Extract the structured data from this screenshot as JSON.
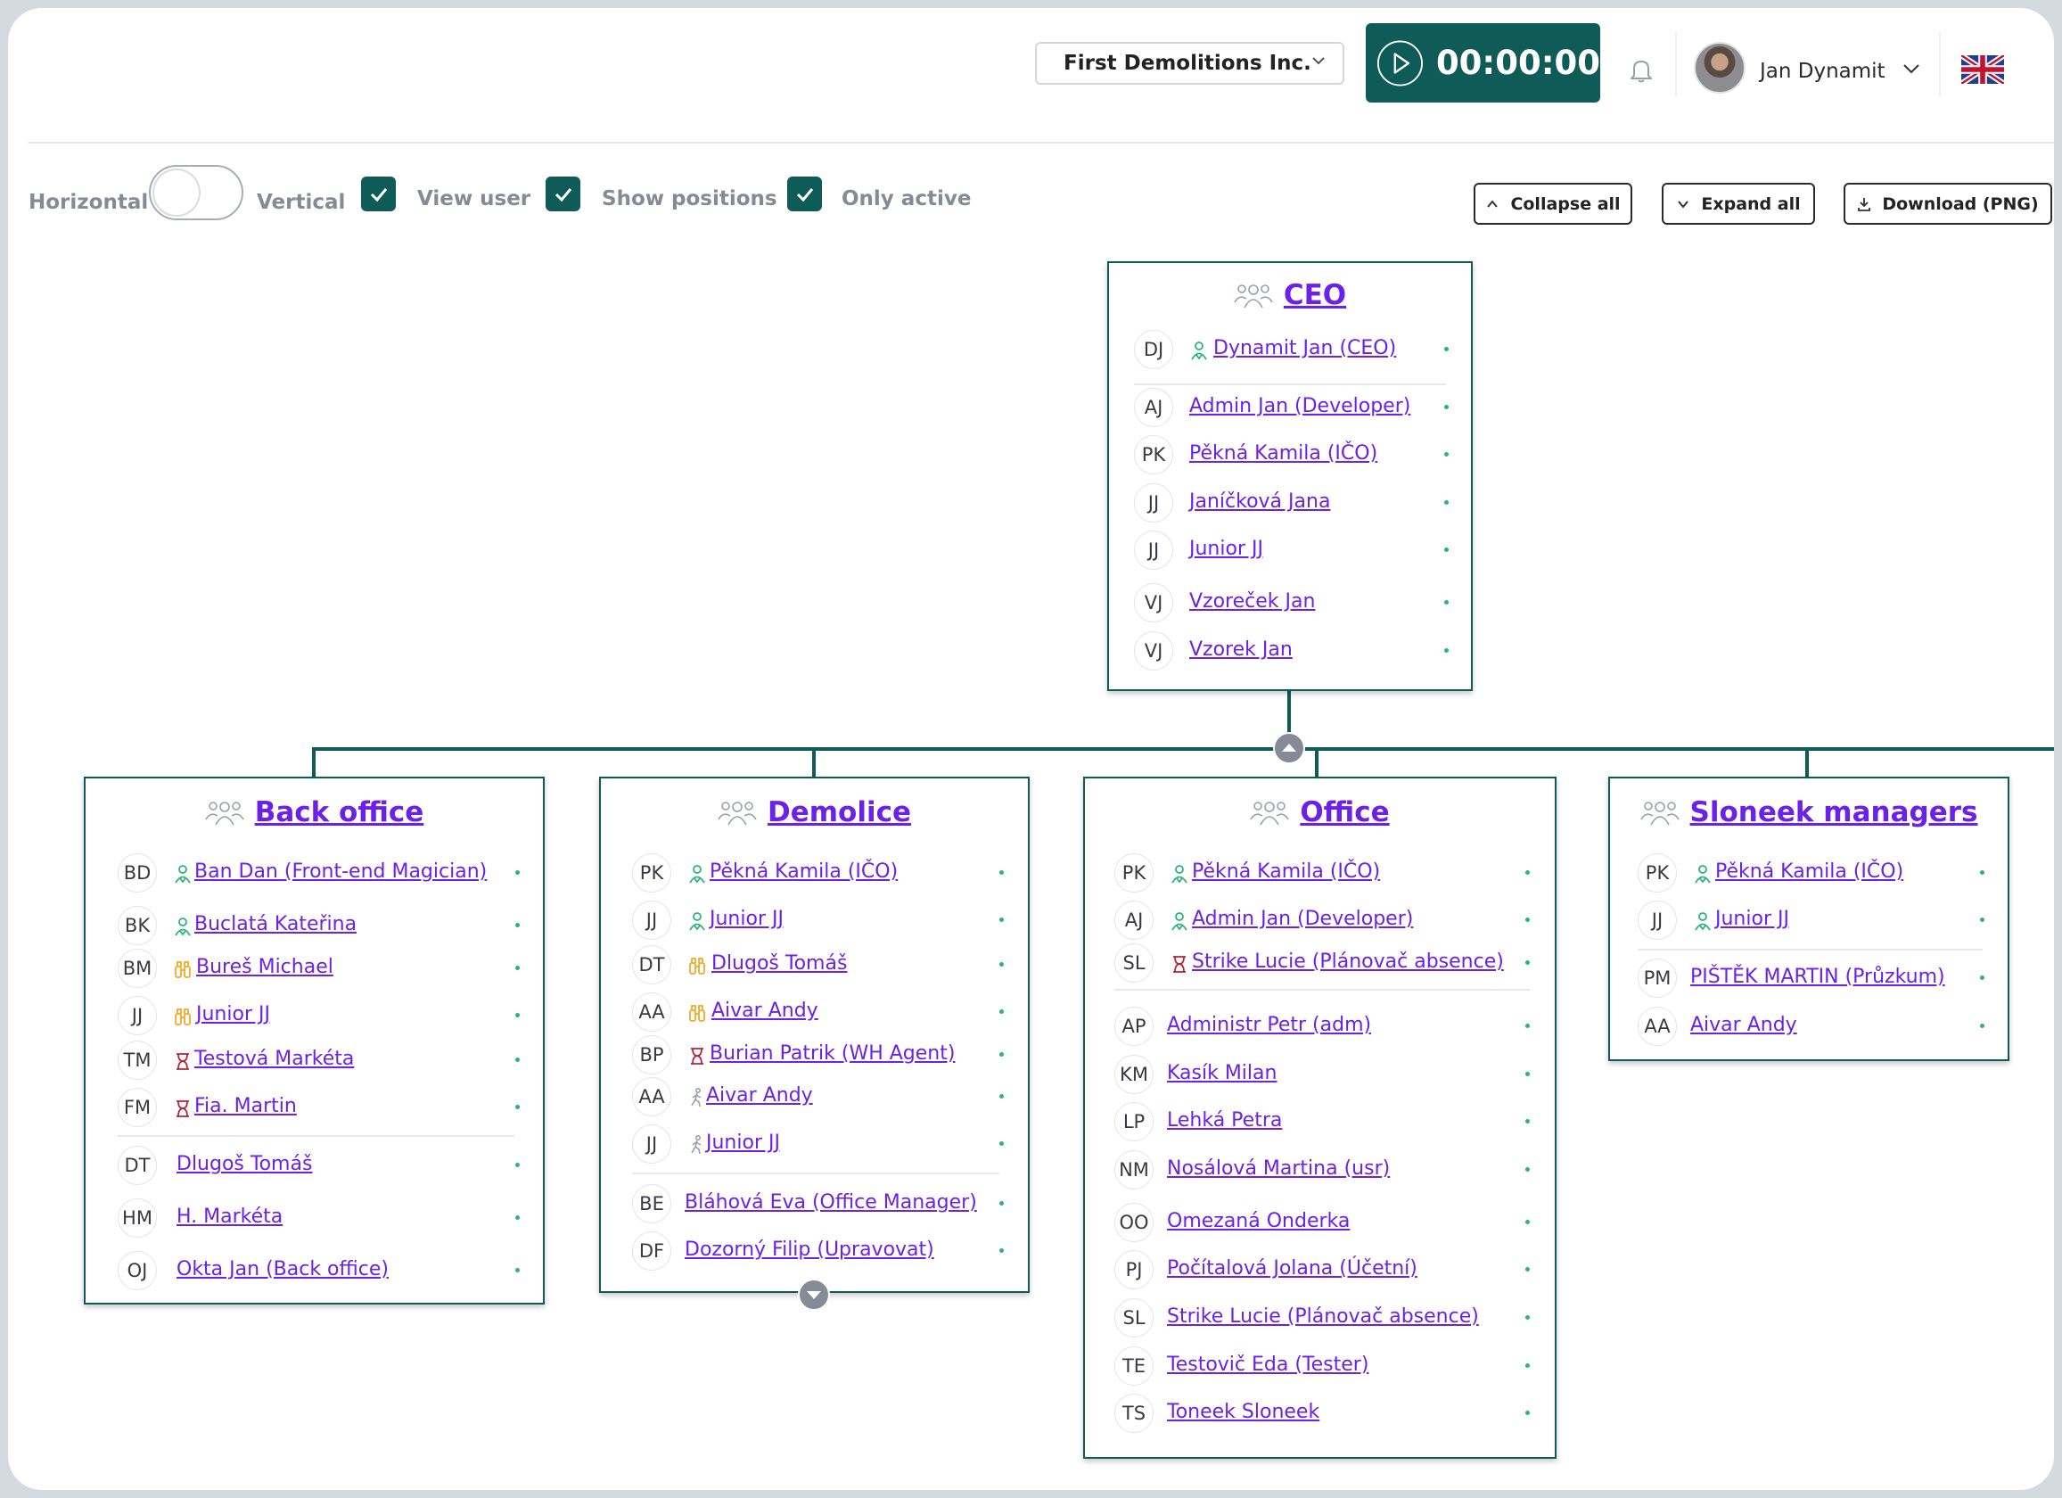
{
  "header": {
    "company": "First Demolitions Inc.",
    "timer": "00:00:00",
    "user_name": "Jan Dynamit",
    "language_icon": "uk-flag-icon"
  },
  "toolbar": {
    "horizontal_label": "Horizontal",
    "vertical_label": "Vertical",
    "orientation_vertical": false,
    "view_user_label": "View user",
    "view_user_checked": true,
    "show_positions_label": "Show positions",
    "show_positions_checked": true,
    "only_active_label": "Only active",
    "only_active_checked": true,
    "collapse_all_label": "Collapse all",
    "expand_all_label": "Expand all",
    "download_label": "Download (PNG)"
  },
  "colors": {
    "accent": "#0e5b57",
    "link": "#6b21e8",
    "active_dot": "#2db37d",
    "role_manager": "#2db37d",
    "role_agent": "#f0a92a",
    "role_planner": "#b3263d",
    "role_walker": "#9aa0aa"
  },
  "cards": {
    "ceo": {
      "title": "CEO",
      "members": [
        {
          "initials": "DJ",
          "name": "Dynamit Jan (CEO)",
          "icon": "manager-icon"
        },
        {
          "initials": "AJ",
          "name": "Admin Jan (Developer)"
        },
        {
          "initials": "PK",
          "name": "Pěkná Kamila (IČO)"
        },
        {
          "initials": "JJ",
          "name": "Janíčková Jana"
        },
        {
          "initials": "JJ",
          "name": "Junior JJ"
        },
        {
          "initials": "VJ",
          "name": "Vzoreček Jan"
        },
        {
          "initials": "VJ",
          "name": "Vzorek Jan"
        }
      ]
    },
    "back_office": {
      "title": "Back office",
      "members": [
        {
          "initials": "BD",
          "name": "Ban Dan (Front-end Magician)",
          "icon": "manager-icon"
        },
        {
          "initials": "BK",
          "name": "Buclatá Kateřina",
          "icon": "manager-icon"
        },
        {
          "initials": "BM",
          "name": "Bureš Michael",
          "icon": "binoculars-icon"
        },
        {
          "initials": "JJ",
          "name": "Junior JJ",
          "icon": "binoculars-icon"
        },
        {
          "initials": "TM",
          "name": "Testová Markéta",
          "icon": "planner-icon"
        },
        {
          "initials": "FM",
          "name": "Fia. Martin",
          "icon": "planner-icon"
        },
        {
          "initials": "DT",
          "name": "Dlugoš Tomáš"
        },
        {
          "initials": "HM",
          "name": "H. Markéta"
        },
        {
          "initials": "OJ",
          "name": "Okta Jan (Back office)"
        }
      ]
    },
    "demolice": {
      "title": "Demolice",
      "members": [
        {
          "initials": "PK",
          "name": "Pěkná Kamila (IČO)",
          "icon": "manager-icon"
        },
        {
          "initials": "JJ",
          "name": "Junior JJ",
          "icon": "manager-icon"
        },
        {
          "initials": "DT",
          "name": "Dlugoš Tomáš",
          "icon": "binoculars-icon"
        },
        {
          "initials": "AA",
          "name": "Aivar Andy",
          "icon": "binoculars-icon"
        },
        {
          "initials": "BP",
          "name": "Burian Patrik (WH Agent)",
          "icon": "planner-icon"
        },
        {
          "initials": "AA",
          "name": "Aivar Andy",
          "icon": "walker-icon"
        },
        {
          "initials": "JJ",
          "name": "Junior JJ",
          "icon": "walker-icon"
        },
        {
          "initials": "BE",
          "name": "Bláhová Eva (Office Manager)"
        },
        {
          "initials": "DF",
          "name": "Dozorný Filip (Upravovat)"
        }
      ]
    },
    "office": {
      "title": "Office",
      "members": [
        {
          "initials": "PK",
          "name": "Pěkná Kamila (IČO)",
          "icon": "manager-icon"
        },
        {
          "initials": "AJ",
          "name": "Admin Jan (Developer)",
          "icon": "manager-icon"
        },
        {
          "initials": "SL",
          "name": "Strike Lucie (Plánovač absence)",
          "icon": "planner-icon"
        },
        {
          "initials": "AP",
          "name": "Administr Petr (adm)"
        },
        {
          "initials": "KM",
          "name": "Kasík Milan"
        },
        {
          "initials": "LP",
          "name": "Lehká Petra"
        },
        {
          "initials": "NM",
          "name": "Nosálová Martina (usr)"
        },
        {
          "initials": "OO",
          "name": "Omezaná Onderka"
        },
        {
          "initials": "PJ",
          "name": "Počítalová Jolana (Účetní)"
        },
        {
          "initials": "SL",
          "name": "Strike Lucie (Plánovač absence)"
        },
        {
          "initials": "TE",
          "name": "Testovič Eda (Tester)"
        },
        {
          "initials": "TS",
          "name": "Toneek Sloneek"
        }
      ]
    },
    "sloneek": {
      "title": "Sloneek managers",
      "members": [
        {
          "initials": "PK",
          "name": "Pěkná Kamila (IČO)",
          "icon": "manager-icon"
        },
        {
          "initials": "JJ",
          "name": "Junior JJ",
          "icon": "manager-icon"
        },
        {
          "initials": "PM",
          "name": "PIŠTĚK MARTIN (Průzkum)"
        },
        {
          "initials": "AA",
          "name": "Aivar Andy"
        }
      ]
    }
  }
}
